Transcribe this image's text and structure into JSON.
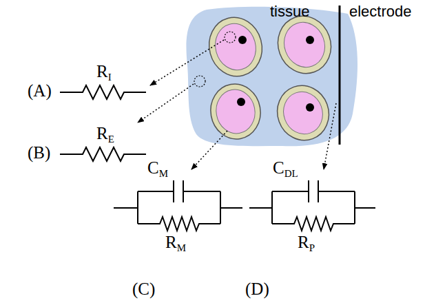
{
  "diagram": {
    "labels": [
      "tissue",
      "electrode",
      "RI",
      "(A)",
      "RE",
      "(B)",
      "CM",
      "RM",
      "(C)",
      "CDL",
      "RP",
      "(D)"
    ]
  }
}
